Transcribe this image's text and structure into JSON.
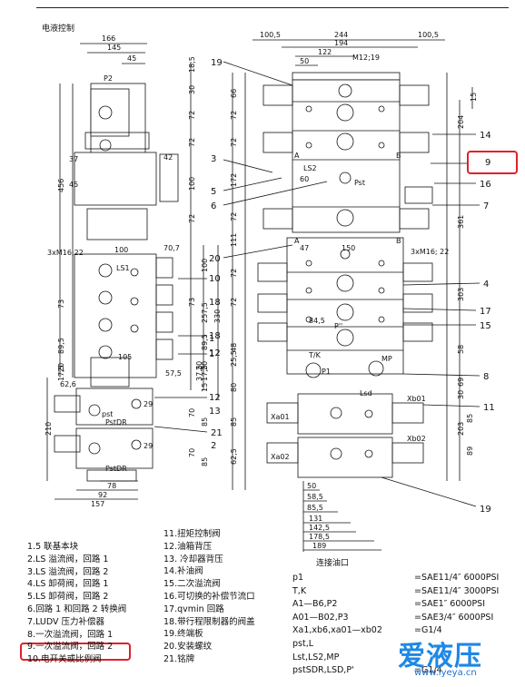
{
  "header": "电液控制",
  "left_view": {
    "dims_top": [
      "166",
      "145",
      "45"
    ],
    "dims_right": [
      "18,5",
      "30",
      "72",
      "72",
      "100",
      "72",
      "100",
      "70,7",
      "73",
      "257,5",
      "330",
      "89,5",
      "20",
      "17,5",
      "15",
      "57,5",
      "37,5",
      "20",
      "29",
      "70",
      "85",
      "29",
      "70",
      "85"
    ],
    "dims_left": [
      "456",
      "73",
      "89,5",
      "20",
      "17,5",
      "62,6",
      "210"
    ],
    "dims_bottom": [
      "78",
      "92",
      "157"
    ],
    "labels": [
      "P2",
      "37",
      "42",
      "45",
      "3xM16;22",
      "100",
      "LS1",
      "105",
      "PstDR",
      "pst",
      "PstDR"
    ],
    "callouts": [
      "10",
      "18",
      "1",
      "12",
      "21",
      "2"
    ]
  },
  "right_view": {
    "dims_top": [
      "100,5",
      "244",
      "100,5",
      "194",
      "122",
      "50",
      "M12;19"
    ],
    "dims_side": [
      "66",
      "72",
      "72",
      "172",
      "72",
      "111",
      "72",
      "72",
      "48",
      "25,5",
      "80",
      "85",
      "62,5",
      "15",
      "204",
      "361",
      "303",
      "58",
      "69",
      "30",
      "203",
      "85",
      "89"
    ],
    "dims_bottom": [
      "50",
      "58,5",
      "85,5",
      "131",
      "142,5",
      "178,5",
      "189"
    ],
    "labels": [
      "A",
      "B",
      "A",
      "B",
      "LS2",
      "60",
      "Pst",
      "47",
      "150",
      "3xM16; 22",
      "84,5",
      "P''",
      "T/K",
      "P1",
      "MP",
      "Xa01",
      "Xb01",
      "Xa02",
      "Xb02",
      "Lsd"
    ],
    "callouts_left": [
      "19",
      "3",
      "5",
      "6",
      "20",
      "18",
      "1",
      "12",
      "13"
    ],
    "callouts_right": [
      "14",
      "9",
      "16",
      "7",
      "4",
      "17",
      "15",
      "8",
      "11",
      "19"
    ],
    "caption": "连接油口"
  },
  "legend_left": [
    "1.5 联基本块",
    "2.LS 溢流阀，回路 1",
    "3.LS 溢流阀，回路 2",
    "4.LS 卸荷阀，回路 1",
    "5.LS  卸荷阀，回路 2",
    "6.回路 1 和回路 2 转换阀",
    "7.LUDV 压力补偿器",
    "8.一次溢流阀，回路 1",
    "9.一次溢流阀，回路 2",
    "10.电开关或比例阀"
  ],
  "legend_mid": [
    "11.扭矩控制阀",
    "12.油箱背压",
    "13. 冷却器背压",
    "14.补油阀",
    "15.二次溢流阀",
    "16.可切换的补偿节流口",
    "17.qvmin 回路",
    "18.带行程限制器的阀盖",
    "19.终端板",
    "20.安装螺纹",
    "21.铭牌"
  ],
  "ports": [
    {
      "name": "p1",
      "spec": "=SAE11/4″ 6000PSI"
    },
    {
      "name": "T,K",
      "spec": "=SAE11/4″ 3000PSI"
    },
    {
      "name": "A1—B6,P2",
      "spec": "=SAE1″ 6000PSI"
    },
    {
      "name": "A01—B02,P3",
      "spec": "=SAE3/4″ 6000PSI"
    },
    {
      "name": "Xa1,xb6,xa01—xb02",
      "spec": "=G1/4"
    },
    {
      "name": "pst,L",
      "spec": ""
    },
    {
      "name": "Lst,LS2,MP",
      "spec": ""
    },
    {
      "name": "pstSDR,LSD,P'",
      "spec": "=G1/4"
    }
  ],
  "watermark": {
    "text": "爱液压",
    "url": "www.iyeya.cn"
  },
  "colors": {
    "highlight": "#e0202a",
    "watermark": "#1e88e5",
    "line": "#111111"
  }
}
